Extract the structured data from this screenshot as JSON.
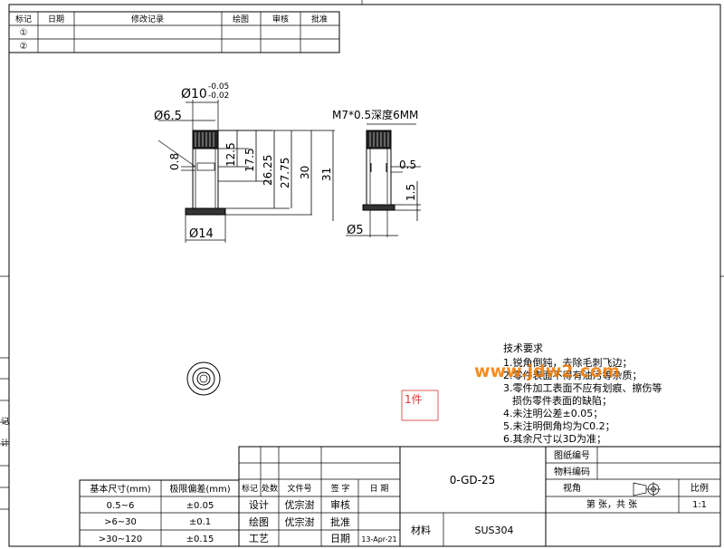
{
  "revision": {
    "headers": [
      "标记",
      "日期",
      "修改记录",
      "绘图",
      "审核",
      "批准"
    ],
    "rows": [
      "①",
      "②"
    ]
  },
  "dims": {
    "d10": "Ø10",
    "d10_upper": "-0.05",
    "d10_lower": "-0.02",
    "d6_5": "Ø6.5",
    "d14": "Ø14",
    "d5": "Ø5",
    "thread": "M7*0.5深度6MM",
    "l0_8": "0.8",
    "l12_5": "12.5",
    "l17_5": "17.5",
    "l26_25": "26.25",
    "l27_75": "27.75",
    "l30": "30",
    "l31": "31",
    "l0_5": "0.5",
    "l1_5": "1.5"
  },
  "watermark": "www.jdw2.com",
  "qty_stamp": "1件",
  "notes": {
    "title": "技术要求",
    "items": [
      "1.锐角倒钝，去除毛刺飞边；",
      "2.零件表面不得有油污等杂质；",
      "3.零件加工表面不应有划痕、擦伤等",
      "损伤零件表面的缺陷；",
      "4.未注明公差±0.05；",
      "5.未注明倒角均为C0.2；",
      "6.其余尺寸以3D为准；"
    ]
  },
  "tolerance": {
    "headers": [
      "基本尺寸(mm)",
      "极限偏差(mm)"
    ],
    "rows": [
      [
        "0.5~6",
        "±0.05"
      ],
      [
        ">6~30",
        "±0.1"
      ],
      [
        ">30~120",
        "±0.15"
      ]
    ]
  },
  "sign": {
    "headers": [
      "标记",
      "处数",
      "文件号",
      "签 字",
      "日 期"
    ],
    "rows": [
      [
        "设计",
        "优宗澍",
        "审核"
      ],
      [
        "绘图",
        "优宗澍",
        "批准"
      ],
      [
        "工艺",
        "",
        "日期",
        "13-Apr-21"
      ]
    ]
  },
  "title_block": {
    "part_no": "0-GD-25",
    "material_label": "材料",
    "material": "SUS304",
    "drawing_no_label": "图纸编号",
    "item_no_label": "物料编码",
    "view_label": "视角",
    "scale_label": "比例",
    "sheets_label": "第 张，共 张",
    "scale": "1:1"
  },
  "side_margin": [
    "记",
    "计"
  ]
}
